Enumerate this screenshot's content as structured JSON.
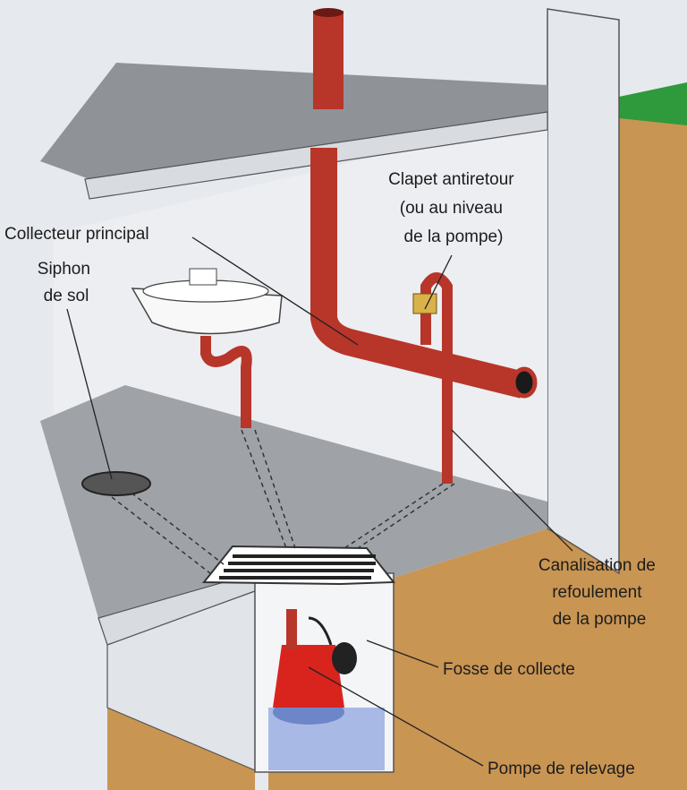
{
  "labels": {
    "clapet": [
      "Clapet antiretour",
      "(ou au niveau",
      "de la pompe)"
    ],
    "collecteur": "Collecteur principal",
    "siphon": [
      "Siphon",
      "de sol"
    ],
    "canalisation": [
      "Canalisation de",
      "refoulement",
      "de la pompe"
    ],
    "fosse": "Fosse de collecte",
    "pompe": "Pompe de relevage"
  },
  "colors": {
    "pipe": "#b8352a",
    "soil": "#c99553",
    "grass": "#2e9a3c",
    "wall": "#e3e6ea",
    "floor": "#9a9ea3"
  }
}
